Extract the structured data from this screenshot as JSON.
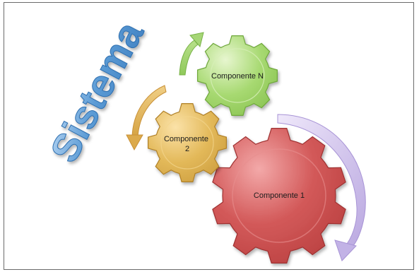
{
  "title": "Sistema",
  "components": [
    {
      "id": "n",
      "label": "Componente N",
      "color": "#9bcf63"
    },
    {
      "id": "2",
      "label": "Componente 2",
      "color": "#deb455"
    },
    {
      "id": "1",
      "label": "Componente 1",
      "color": "#cc4b4b"
    }
  ],
  "arrows": [
    {
      "id": "green",
      "color": "#9bcf63"
    },
    {
      "id": "orange",
      "color": "#deb455"
    },
    {
      "id": "lavender",
      "color": "#d7c9ef"
    }
  ],
  "title_color": "#5b9bd5"
}
